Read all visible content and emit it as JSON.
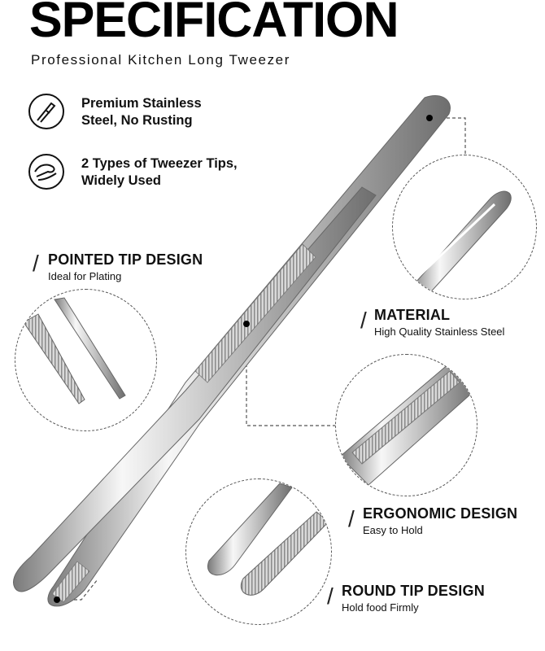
{
  "header": {
    "title": "SPECIFICATION",
    "subtitle": "Professional Kitchen Long Tweezer"
  },
  "features": [
    {
      "icon": "tweezer-icon",
      "line1": "Premium Stainless",
      "line2": "Steel, No Rusting"
    },
    {
      "icon": "tweezer-tips-icon",
      "line1": "2 Types of Tweezer Tips,",
      "line2": "Widely Used"
    }
  ],
  "callouts": {
    "pointed": {
      "title": "POINTED TIP DESIGN",
      "desc": "Ideal for Plating"
    },
    "material": {
      "title": "MATERIAL",
      "desc": "High Quality Stainless Steel"
    },
    "ergonomic": {
      "title": "ERGONOMIC DESIGN",
      "desc": "Easy to Hold"
    },
    "round": {
      "title": "ROUND TIP DESIGN",
      "desc": "Hold food Firmly"
    }
  },
  "colors": {
    "text": "#111111",
    "steel_light": "#f2f2f2",
    "steel_dark": "#8a8a8a",
    "background": "#ffffff"
  }
}
